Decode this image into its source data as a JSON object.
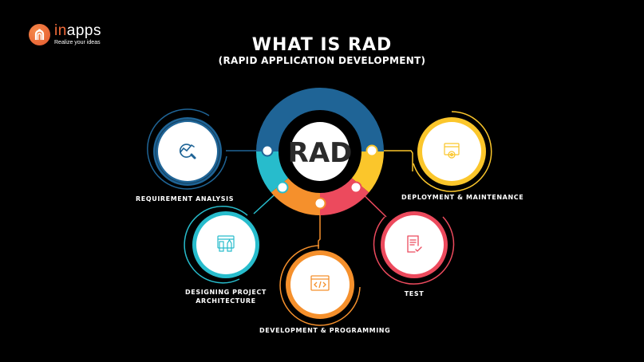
{
  "logo": {
    "name_accent": "in",
    "name_rest": "apps",
    "tagline": "Realize your ideas",
    "icon": "inapps-logo-icon",
    "color": "#f26b3a"
  },
  "header": {
    "title": "WHAT IS RAD",
    "subtitle": "(RAPID APPLICATION DEVELOPMENT)"
  },
  "center": {
    "label": "RAD",
    "ring_segments": [
      {
        "name": "requirement",
        "color": "#1f6496"
      },
      {
        "name": "design",
        "color": "#27bccc"
      },
      {
        "name": "development",
        "color": "#f5902c"
      },
      {
        "name": "test",
        "color": "#ec4a5d"
      },
      {
        "name": "deployment",
        "color": "#fbc62b"
      }
    ]
  },
  "stages": [
    {
      "id": "requirement",
      "label": "REQUIREMENT ANALYSIS",
      "icon": "analysis-magnifier-icon",
      "color": "#1f6496"
    },
    {
      "id": "design",
      "label_line1": "DESIGNING PROJECT",
      "label_line2": "ARCHITECTURE",
      "icon": "architecture-blueprint-icon",
      "color": "#27bccc"
    },
    {
      "id": "development",
      "label": "DEVELOPMENT & PROGRAMMING",
      "icon": "code-window-icon",
      "color": "#f5902c"
    },
    {
      "id": "test",
      "label": "TEST",
      "icon": "checklist-document-icon",
      "color": "#ec4a5d"
    },
    {
      "id": "deployment",
      "label": "DEPLOYMENT & MAINTENANCE",
      "icon": "gear-window-icon",
      "color": "#fbc62b"
    }
  ]
}
